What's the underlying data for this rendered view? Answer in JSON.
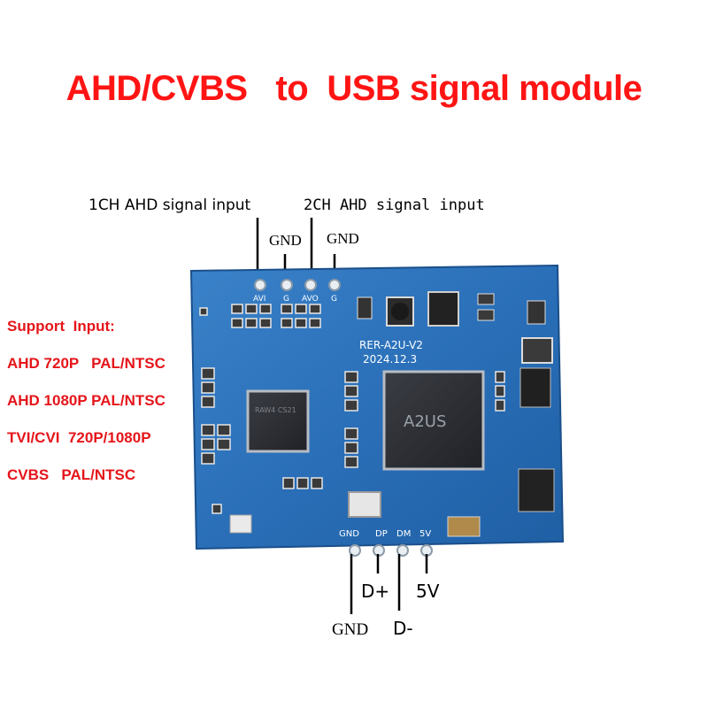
{
  "title": "AHD/CVBS   to  USB signal module",
  "top_labels": {
    "ch1": "1CH AHD signal input",
    "ch2": "2CH AHD signal input",
    "gnd1": "GND",
    "gnd2": "GND"
  },
  "support": {
    "heading": "Support  Input:",
    "items": [
      "AHD 720P   PAL/NTSC",
      "AHD 1080P PAL/NTSC",
      "TVI/CVI  720P/1080P",
      "CVBS   PAL/NTSC"
    ]
  },
  "bottom_labels": {
    "gnd": "GND",
    "dplus": "D+",
    "dminus": "D-",
    "v5": "5V"
  },
  "board": {
    "silk_model": "RER-A2U-V2",
    "silk_date": "2024.12.3",
    "main_chip": "A2US",
    "top_pins": [
      "AVI",
      "G",
      "AVO",
      "G"
    ],
    "bottom_pins": [
      "GND",
      "DP",
      "DM",
      "5V"
    ],
    "color": "#2a6fb8"
  }
}
